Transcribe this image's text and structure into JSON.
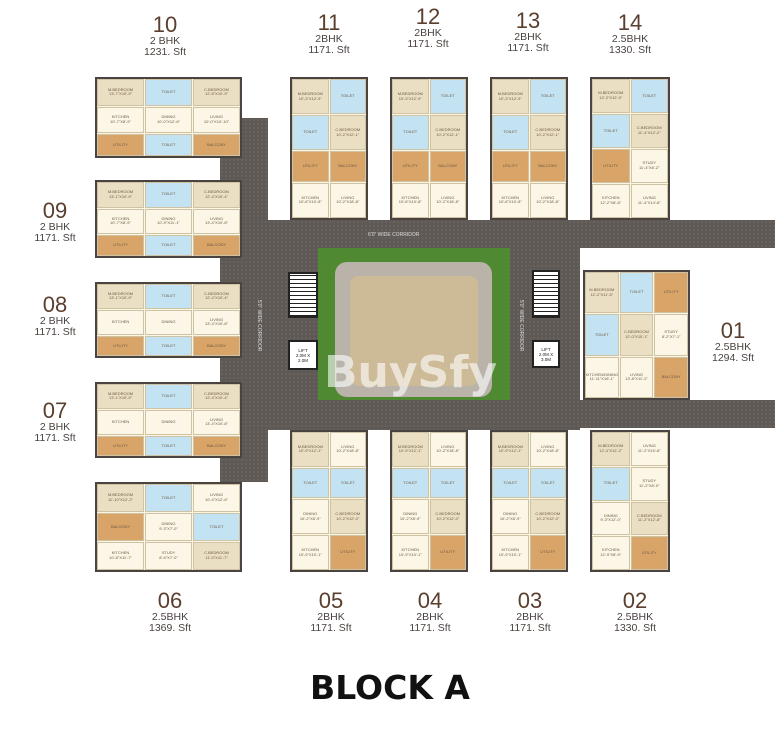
{
  "title": "BLOCK A",
  "watermark": "BuySfy",
  "corridors": {
    "top": "6'0\" WIDE CORRIDOR",
    "left": "5'0\" WIDE CORRIDOR",
    "right": "5'0\" WIDE CORRIDOR"
  },
  "lifts": {
    "left": [
      "LIFT",
      "2.0M X",
      "2.0M"
    ],
    "right": [
      "LIFT",
      "2.0M X",
      "3.0M"
    ]
  },
  "units": [
    {
      "id": "10",
      "type": "2 BHK",
      "area": "1231. Sft",
      "rooms": [
        {
          "l": "M.BEDROOM",
          "d": "13'-7\"X10'-9\""
        },
        {
          "l": "TOILET",
          "d": ""
        },
        {
          "l": "C.BEDROOM",
          "d": "12'-8\"X10'-9\""
        },
        {
          "l": "KITCHEN",
          "d": "10'-7\"X8'-9\""
        },
        {
          "l": "DINING",
          "d": "10'-0\"X12'-6\""
        },
        {
          "l": "LIVING",
          "d": "10'-0\"X10'-10\""
        },
        {
          "l": "UTILITY",
          "d": ""
        },
        {
          "l": "TOILET",
          "d": ""
        },
        {
          "l": "BALCONY",
          "d": ""
        }
      ]
    },
    {
      "id": "09",
      "type": "2 BHK",
      "area": "1171. Sft",
      "rooms": [
        {
          "l": "M.BEDROOM",
          "d": "13'-1\"X10'-9\""
        },
        {
          "l": "TOILET",
          "d": ""
        },
        {
          "l": "C.BEDROOM",
          "d": "12'-4\"X10'-4\""
        },
        {
          "l": "KITCHEN",
          "d": "10'-7\"X8'-9\""
        },
        {
          "l": "DINING",
          "d": "10'-9\"X11'-1\""
        },
        {
          "l": "LIVING",
          "d": "13'-4\"X10'-8\""
        },
        {
          "l": "UTILITY",
          "d": ""
        },
        {
          "l": "TOILET",
          "d": ""
        },
        {
          "l": "BALCONY",
          "d": ""
        }
      ]
    },
    {
      "id": "08",
      "type": "2 BHK",
      "area": "1171. Sft",
      "rooms": [
        {
          "l": "M.BEDROOM",
          "d": "13'-1\"X10'-9\""
        },
        {
          "l": "TOILET",
          "d": ""
        },
        {
          "l": "C.BEDROOM",
          "d": "12'-4\"X10'-4\""
        },
        {
          "l": "KITCHEN",
          "d": ""
        },
        {
          "l": "DINING",
          "d": ""
        },
        {
          "l": "LIVING",
          "d": "13'-4\"X10'-8\""
        },
        {
          "l": "UTILITY",
          "d": ""
        },
        {
          "l": "TOILET",
          "d": ""
        },
        {
          "l": "BALCONY",
          "d": ""
        }
      ]
    },
    {
      "id": "07",
      "type": "2 BHK",
      "area": "1171. Sft",
      "rooms": [
        {
          "l": "M.BEDROOM",
          "d": "13'-1\"X10'-9\""
        },
        {
          "l": "TOILET",
          "d": ""
        },
        {
          "l": "C.BEDROOM",
          "d": "12'-4\"X10'-4\""
        },
        {
          "l": "KITCHEN",
          "d": ""
        },
        {
          "l": "DINING",
          "d": ""
        },
        {
          "l": "LIVING",
          "d": "13'-4\"X10'-8\""
        },
        {
          "l": "UTILITY",
          "d": ""
        },
        {
          "l": "TOILET",
          "d": ""
        },
        {
          "l": "BALCONY",
          "d": ""
        }
      ]
    },
    {
      "id": "06",
      "type": "2.5BHK",
      "area": "1369. Sft",
      "rooms": [
        {
          "l": "M.BEDROOM",
          "d": "11'-10\"X12'-2\""
        },
        {
          "l": "TOILET",
          "d": ""
        },
        {
          "l": "LIVING",
          "d": "10'-4\"X12'-6\""
        },
        {
          "l": "BALCONY",
          "d": ""
        },
        {
          "l": "DINING",
          "d": "9'-3\"X7'-0\""
        },
        {
          "l": "TOILET",
          "d": ""
        },
        {
          "l": "KITCHEN",
          "d": "10'-8\"X11'-7\""
        },
        {
          "l": "STUDY",
          "d": "8'-6\"X7'-0\""
        },
        {
          "l": "C.BEDROOM",
          "d": "11'-0\"X11'-7\""
        }
      ]
    },
    {
      "id": "11",
      "type": "2BHK",
      "area": "1171. Sft",
      "rooms": [
        {
          "l": "M.BEDROOM",
          "d": "10'-3\"X12'-9\""
        },
        {
          "l": "TOILET",
          "d": ""
        },
        {
          "l": "TOILET",
          "d": ""
        },
        {
          "l": "C.BEDROOM",
          "d": "10'-2\"X12'-1\""
        },
        {
          "l": "UTILITY",
          "d": ""
        },
        {
          "l": "BALCONY",
          "d": ""
        },
        {
          "l": "KITCHEN",
          "d": "10'-6\"X10'-8\""
        },
        {
          "l": "LIVING",
          "d": "10'-2\"X18'-8\""
        }
      ]
    },
    {
      "id": "12",
      "type": "2BHK",
      "area": "1171. Sft",
      "rooms": [
        {
          "l": "M.BEDROOM",
          "d": "10'-3\"X12'-9\""
        },
        {
          "l": "TOILET",
          "d": ""
        },
        {
          "l": "TOILET",
          "d": ""
        },
        {
          "l": "C.BEDROOM",
          "d": "10'-2\"X12'-1\""
        },
        {
          "l": "UTILITY",
          "d": ""
        },
        {
          "l": "BALCONY",
          "d": ""
        },
        {
          "l": "KITCHEN",
          "d": "10'-6\"X10'-8\""
        },
        {
          "l": "LIVING",
          "d": "10'-2\"X18'-8\""
        }
      ]
    },
    {
      "id": "13",
      "type": "2BHK",
      "area": "1171. Sft",
      "rooms": [
        {
          "l": "M.BEDROOM",
          "d": "10'-3\"X12'-9\""
        },
        {
          "l": "TOILET",
          "d": ""
        },
        {
          "l": "TOILET",
          "d": ""
        },
        {
          "l": "C.BEDROOM",
          "d": "10'-2\"X12'-1\""
        },
        {
          "l": "UTILITY",
          "d": ""
        },
        {
          "l": "BALCONY",
          "d": ""
        },
        {
          "l": "KITCHEN",
          "d": "10'-6\"X10'-8\""
        },
        {
          "l": "LIVING",
          "d": "10'-2\"X18'-8\""
        }
      ]
    },
    {
      "id": "14",
      "type": "2.5BHK",
      "area": "1330. Sft",
      "rooms": [
        {
          "l": "M.BEDROOM",
          "d": "12'-2\"X12'-9\""
        },
        {
          "l": "TOILET",
          "d": ""
        },
        {
          "l": "TOILET",
          "d": ""
        },
        {
          "l": "C.BEDROOM",
          "d": "11'-4\"X12'-2\""
        },
        {
          "l": "UTILITY",
          "d": ""
        },
        {
          "l": "STUDY",
          "d": "11'-4\"X8'-2\""
        },
        {
          "l": "KITCHEN",
          "d": "12'-2\"X8'-8\""
        },
        {
          "l": "LIVING",
          "d": "11'-4\"X14'-8\""
        }
      ]
    },
    {
      "id": "01",
      "type": "2.5BHK",
      "area": "1294. Sft",
      "rooms": [
        {
          "l": "M.BEDROOM",
          "d": "12'-2\"X11'-5\""
        },
        {
          "l": "TOILET",
          "d": ""
        },
        {
          "l": "UTILITY",
          "d": ""
        },
        {
          "l": "TOILET",
          "d": ""
        },
        {
          "l": "C.BEDROOM",
          "d": "12'-0\"X10'-1\""
        },
        {
          "l": "STUDY",
          "d": "8'-2\"X7'-1\""
        },
        {
          "l": "KITCHEN/DINING",
          "d": "11'-11\"X16'-1\""
        },
        {
          "l": "LIVING",
          "d": "13'-8\"X11'-2\""
        },
        {
          "l": "BALCONY",
          "d": ""
        }
      ]
    },
    {
      "id": "05",
      "type": "2BHK",
      "area": "1171. Sft",
      "rooms": [
        {
          "l": "M.BEDROOM",
          "d": "10'-9\"X12'-1\""
        },
        {
          "l": "LIVING",
          "d": "10'-2\"X18'-8\""
        },
        {
          "l": "TOILET",
          "d": ""
        },
        {
          "l": "TOILET",
          "d": ""
        },
        {
          "l": "DINING",
          "d": "10'-2\"X8'-9\""
        },
        {
          "l": "C.BEDROOM",
          "d": "10'-2\"X12'-0\""
        },
        {
          "l": "KITCHEN",
          "d": "10'-9\"X10'-1\""
        },
        {
          "l": "UTILITY",
          "d": ""
        }
      ]
    },
    {
      "id": "04",
      "type": "2BHK",
      "area": "1171. Sft",
      "rooms": [
        {
          "l": "M.BEDROOM",
          "d": "10'-9\"X12'-1\""
        },
        {
          "l": "LIVING",
          "d": "10'-2\"X18'-8\""
        },
        {
          "l": "TOILET",
          "d": ""
        },
        {
          "l": "TOILET",
          "d": ""
        },
        {
          "l": "DINING",
          "d": "10'-2\"X8'-9\""
        },
        {
          "l": "C.BEDROOM",
          "d": "10'-2\"X12'-0\""
        },
        {
          "l": "KITCHEN",
          "d": "10'-9\"X10'-1\""
        },
        {
          "l": "UTILITY",
          "d": ""
        }
      ]
    },
    {
      "id": "03",
      "type": "2BHK",
      "area": "1171. Sft",
      "rooms": [
        {
          "l": "M.BEDROOM",
          "d": "10'-9\"X12'-1\""
        },
        {
          "l": "LIVING",
          "d": "10'-2\"X18'-8\""
        },
        {
          "l": "TOILET",
          "d": ""
        },
        {
          "l": "TOILET",
          "d": ""
        },
        {
          "l": "DINING",
          "d": "10'-2\"X8'-9\""
        },
        {
          "l": "C.BEDROOM",
          "d": "10'-2\"X12'-0\""
        },
        {
          "l": "KITCHEN",
          "d": "10'-9\"X10'-1\""
        },
        {
          "l": "UTILITY",
          "d": ""
        }
      ]
    },
    {
      "id": "02",
      "type": "2.5BHK",
      "area": "1330. Sft",
      "rooms": [
        {
          "l": "M.BEDROOM",
          "d": "12'-4\"X12'-2\""
        },
        {
          "l": "LIVING",
          "d": "11'-2\"X15'-8\""
        },
        {
          "l": "TOILET",
          "d": ""
        },
        {
          "l": "STUDY",
          "d": "11'-2\"X8'-0\""
        },
        {
          "l": "DINING",
          "d": "9'-3\"X12'-0\""
        },
        {
          "l": "C.BEDROOM",
          "d": "11'-2\"X12'-8\""
        },
        {
          "l": "KITCHEN",
          "d": "12'-9\"X8'-9\""
        },
        {
          "l": "UTILITY",
          "d": ""
        }
      ]
    }
  ]
}
